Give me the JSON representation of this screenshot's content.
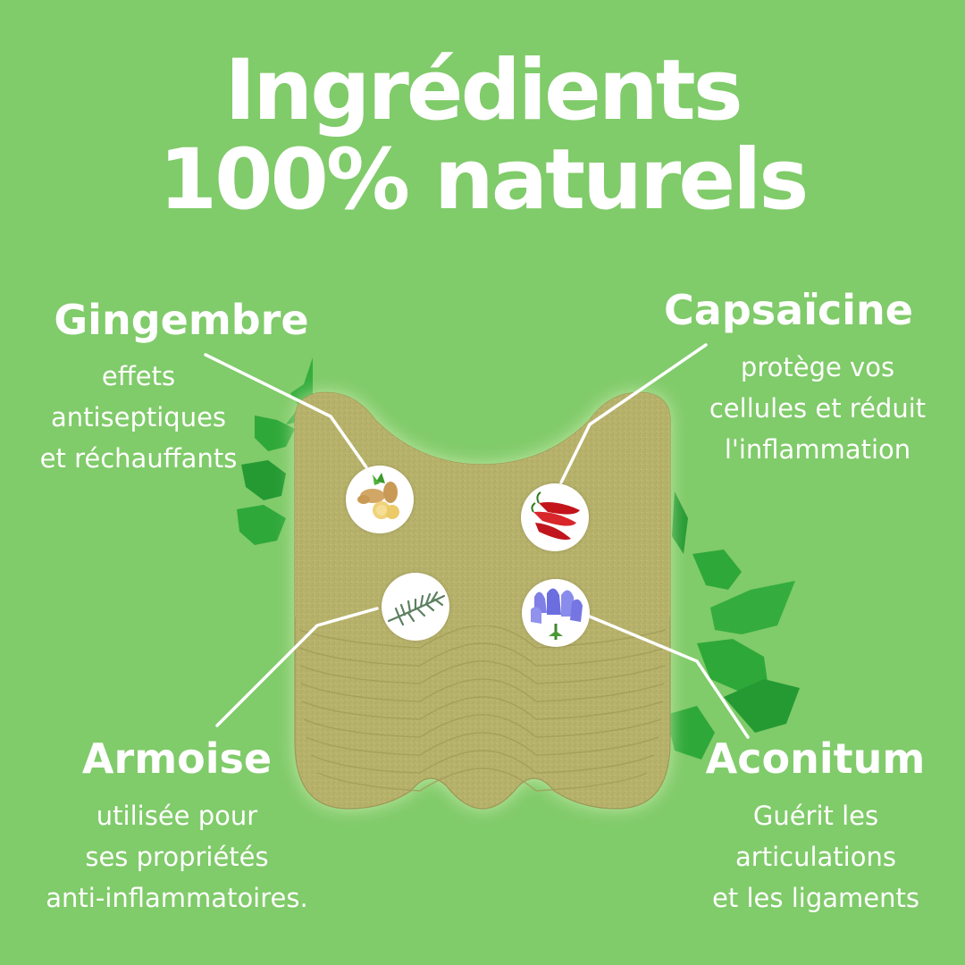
{
  "title": {
    "line1": "Ingrédients",
    "line2": "100% naturels"
  },
  "colors": {
    "background": "#80cb6a",
    "patch": "#b5b06a",
    "leaf": "#2fa83a",
    "text": "#ffffff"
  },
  "ingredients": [
    {
      "name": "Gingembre",
      "icon": "ginger-icon",
      "description": [
        "effets",
        "antiseptiques",
        "et réchauffants"
      ]
    },
    {
      "name": "Capsaïcine",
      "icon": "chili-pepper-icon",
      "description": [
        "protège vos",
        "cellules et réduit",
        "l'inflammation"
      ]
    },
    {
      "name": "Armoise",
      "icon": "mugwort-icon",
      "description": [
        "utilisée pour",
        "ses propriétés",
        "anti-inflammatoires."
      ]
    },
    {
      "name": "Aconitum",
      "icon": "aconite-flower-icon",
      "description": [
        "Guérit les",
        "articulations",
        "et les ligaments"
      ]
    }
  ]
}
